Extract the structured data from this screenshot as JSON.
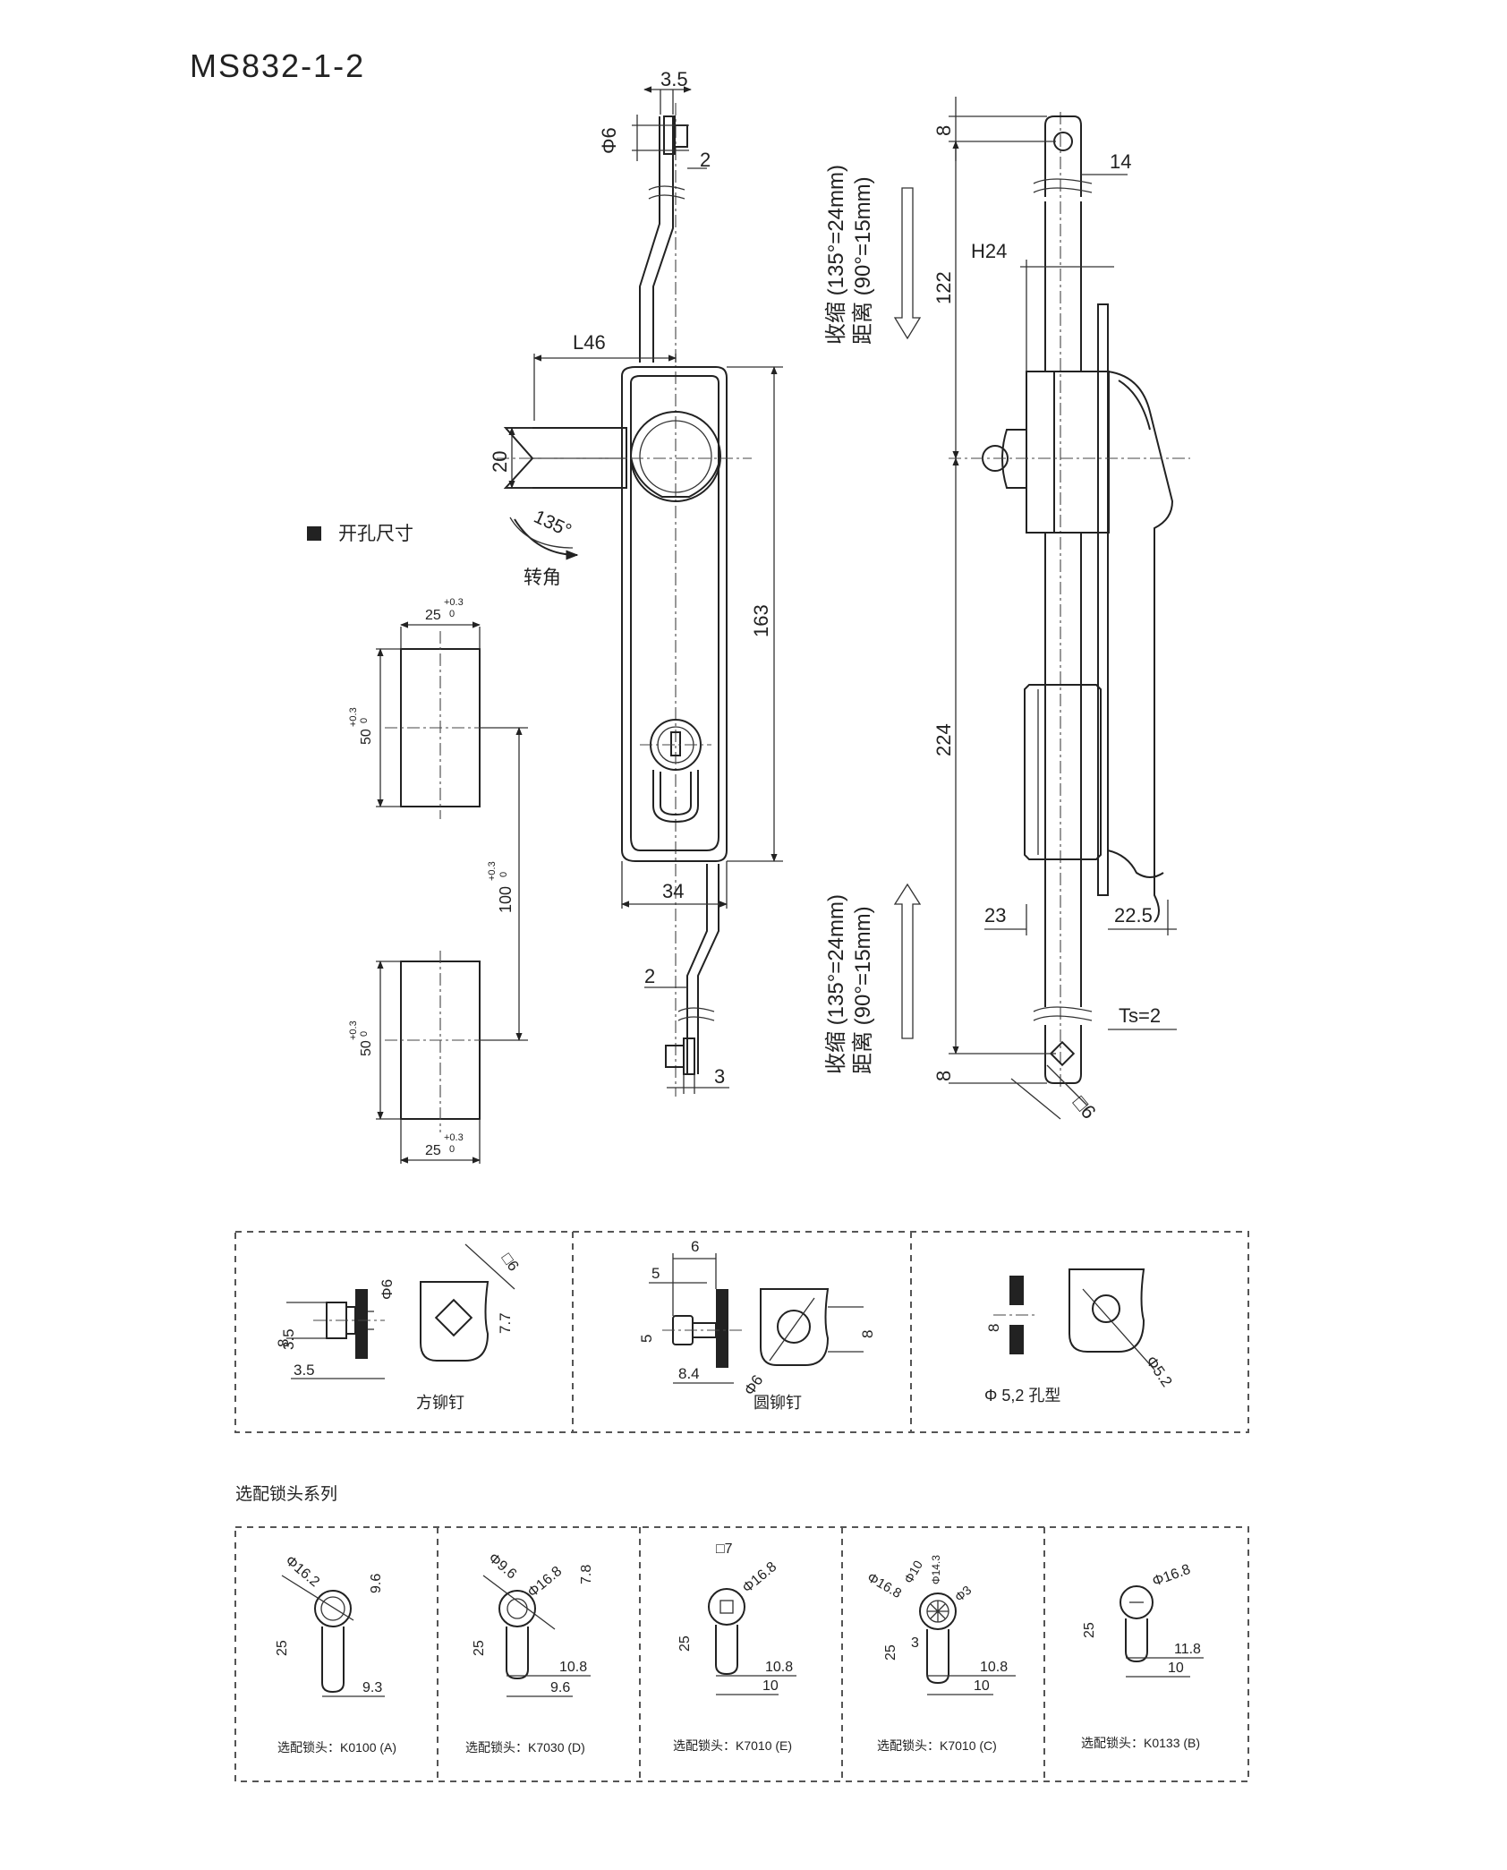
{
  "title": "MS832-1-2",
  "main_view": {
    "dims": {
      "d3_5_top": "3.5",
      "phi6": "Φ6",
      "d2_top": "2",
      "L46": "L46",
      "d20": "20",
      "d163": "163",
      "d34": "34",
      "d2_bot": "2",
      "d3_bot": "3"
    },
    "rotation_label": "135°",
    "rotation_caption": "转角",
    "retract_top": [
      "收缩 (135°=24mm)",
      "距离 (90°=15mm)"
    ],
    "retract_bottom": [
      "收缩 (135°=24mm)",
      "距离 (90°=15mm)"
    ]
  },
  "side_view": {
    "dims": {
      "d8_top": "8",
      "d14": "14",
      "H24": "H24",
      "d122": "122",
      "d224": "224",
      "d23": "23",
      "d22_5": "22.5",
      "ts": "Ts=2",
      "d8_bot": "8",
      "sq6": "□6"
    }
  },
  "cutout": {
    "heading": "开孔尺寸",
    "dims": {
      "w25_top": "25",
      "tol_top": "+0.3",
      "tol0_top": "0",
      "h50_top": "50",
      "tol50a": "+0.3",
      "tol50a0": "0",
      "h100": "100",
      "tol100": "+0.3",
      "tol100_0": "0",
      "h50_bot": "50",
      "tol50b": "+0.3",
      "tol50b0": "0",
      "w25_bot": "25",
      "tol_bot": "+0.3",
      "tol0_bot": "0"
    }
  },
  "rivets": [
    {
      "caption": "方铆钉",
      "dims": [
        "Φ6",
        "□6",
        "8",
        "7.7",
        "3.5"
      ]
    },
    {
      "caption": "圆铆钉",
      "dims": [
        "6",
        "5",
        "5",
        "8.4",
        "Φ6",
        "8"
      ]
    },
    {
      "caption": "Φ 5,2 孔型",
      "dims": [
        "8",
        "Φ5.2"
      ]
    }
  ],
  "lock_series_heading": "选配锁头系列",
  "locks": [
    {
      "caption": "选配锁头：K0100 (A)",
      "dims": [
        "Φ16.2",
        "9.6",
        "25",
        "9.3"
      ]
    },
    {
      "caption": "选配锁头：K7030 (D)",
      "dims": [
        "Φ9.6",
        "Φ16.8",
        "7.8",
        "25",
        "10.8",
        "9.6"
      ]
    },
    {
      "caption": "选配锁头：K7010 (E)",
      "dims": [
        "□7",
        "Φ16.8",
        "25",
        "10.8",
        "10"
      ]
    },
    {
      "caption": "选配锁头：K7010 (C)",
      "dims": [
        "Φ16.8",
        "Φ10",
        "Φ14.3",
        "Φ3",
        "25",
        "3",
        "10.8",
        "10"
      ]
    },
    {
      "caption": "选配锁头：K0133 (B)",
      "dims": [
        "Φ16.8",
        "25",
        "11.8",
        "10"
      ]
    }
  ],
  "colors": {
    "line": "#222222",
    "background": "#ffffff"
  }
}
